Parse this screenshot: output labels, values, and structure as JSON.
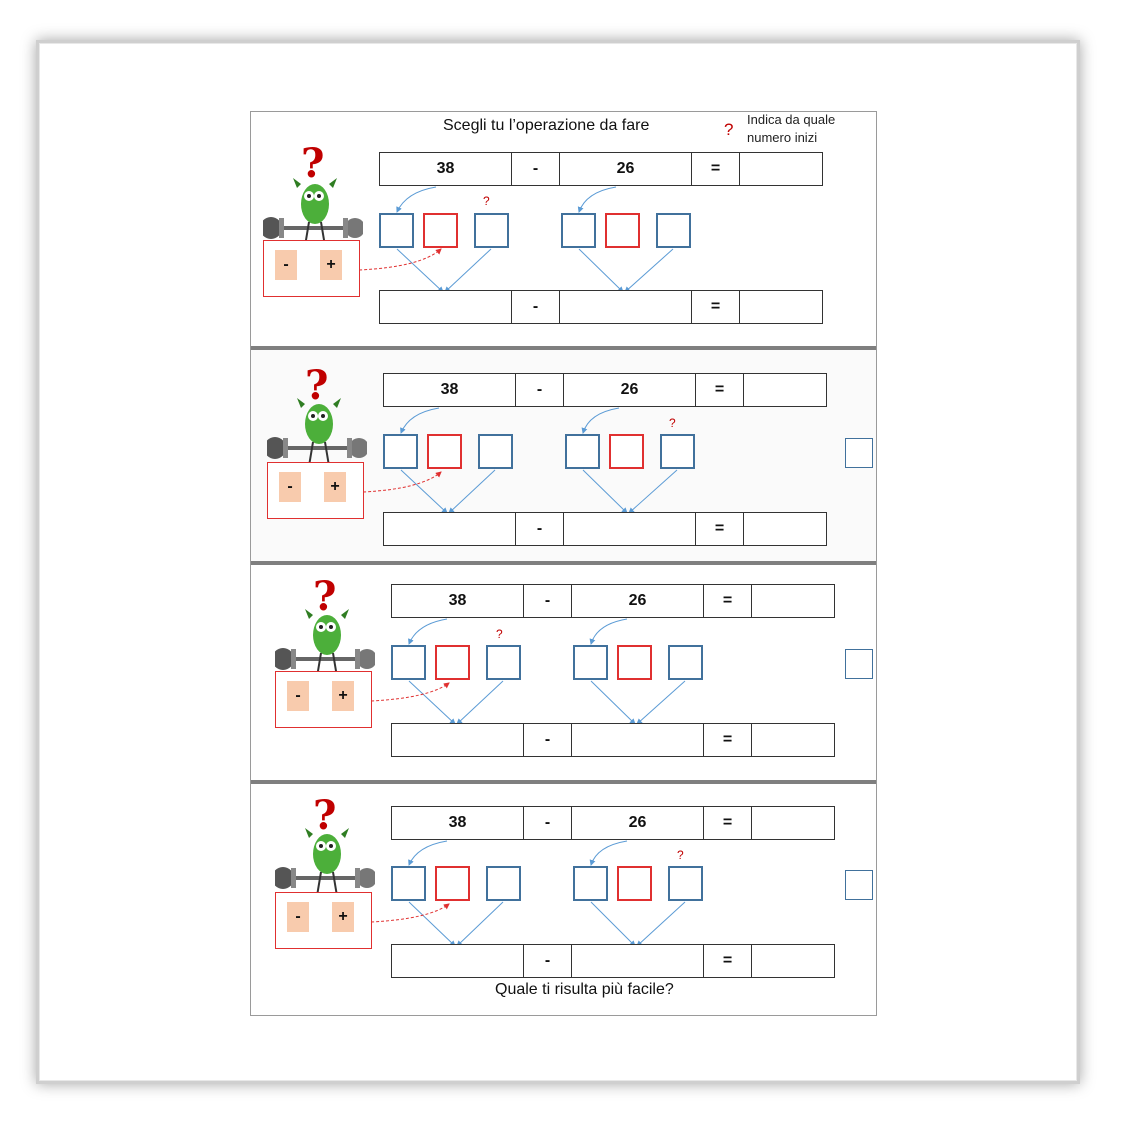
{
  "worksheet": {
    "title": "Scegli tu l’operazione da fare",
    "hint_symbol": "?",
    "hint_text": "Indica da quale numero inizi",
    "footer": "Quale ti risulta più facile?"
  },
  "exercises": [
    {
      "num1": "38",
      "op": "-",
      "num2": "26",
      "eq": "=",
      "minus_label": "-",
      "plus_label": "+",
      "bottom_op": "-",
      "bottom_eq": "=",
      "small_q": "?",
      "big_q": "?"
    },
    {
      "num1": "38",
      "op": "-",
      "num2": "26",
      "eq": "=",
      "minus_label": "-",
      "plus_label": "+",
      "bottom_op": "-",
      "bottom_eq": "=",
      "small_q": "?",
      "big_q": "?"
    },
    {
      "num1": "38",
      "op": "-",
      "num2": "26",
      "eq": "=",
      "minus_label": "-",
      "plus_label": "+",
      "bottom_op": "-",
      "bottom_eq": "=",
      "small_q": "?",
      "big_q": "?"
    },
    {
      "num1": "38",
      "op": "-",
      "num2": "26",
      "eq": "=",
      "minus_label": "-",
      "plus_label": "+",
      "bottom_op": "-",
      "bottom_eq": "=",
      "small_q": "?",
      "big_q": "?"
    }
  ],
  "colors": {
    "blue_box": "#41719c",
    "red_box": "#e03030",
    "arrow": "#5b9bd5",
    "question": "#c00000",
    "button_fill": "#f8cbad",
    "monster_green": "#4caf3a"
  },
  "icons": [
    "weightlifting-monster-icon",
    "question-mark-icon",
    "arrow-icon"
  ]
}
